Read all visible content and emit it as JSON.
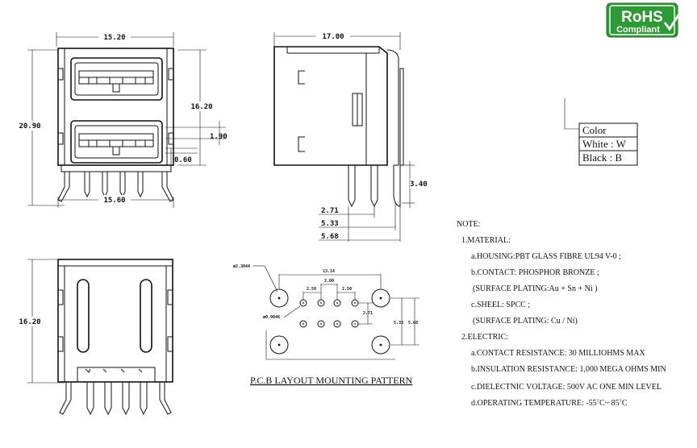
{
  "badge": {
    "line1": "RoHS",
    "line2": "Compliant",
    "color": "#2e9a35"
  },
  "dims": {
    "front_width_top": "15.20",
    "front_height": "20.90",
    "front_inner_height": "16.20",
    "port_offset": "1.90",
    "pin_offset": "0.60",
    "front_width_bottom": "15.60",
    "side_length": "17.00",
    "pin_length": "3.40",
    "side_d1": "2.71",
    "side_d2": "5.33",
    "side_d3": "5.68",
    "bottom_height": "16.20"
  },
  "pcb": {
    "title": "P.C.B LAYOUT MOUNTING PATTERN",
    "hole_big": "ø2.3044",
    "hole_small": "ø0.9046",
    "width": "13.14",
    "pitch_total": "2.00",
    "pitch_left": "2.50",
    "pitch_right": "2.50",
    "row_offset": "2.71",
    "v1": "5.33",
    "v2": "5.68"
  },
  "color_table": {
    "header": "Color",
    "rows": [
      "White : W",
      "Black  : B"
    ]
  },
  "notes": {
    "title": "NOTE:",
    "lines": [
      "1.MATERIAL:",
      "a.HOUSING:PBT GLASS FIBRE UL94 V-0 ;",
      "b.CONTACT: PHOSPHOR BRONZE ;",
      "(SURFACE PLATING:Au + Sn + Ni )",
      "c.SHEEL: SPCC ;",
      "(SURFACE PLATING: Cu / Ni)",
      "2.ELECTRIC:",
      "a.CONTACT RESISTANCE: 30 MILLIOHMS MAX",
      "b.INSULATION RESISTANCE: 1,000 MEGA OHMS MIN",
      "c.DIELECTNIC VOLTAGE: 500V AC ONE MIN LEVEL",
      "d.OPERATING TEMPERATURE: -55˚C~ 85˚C"
    ]
  }
}
